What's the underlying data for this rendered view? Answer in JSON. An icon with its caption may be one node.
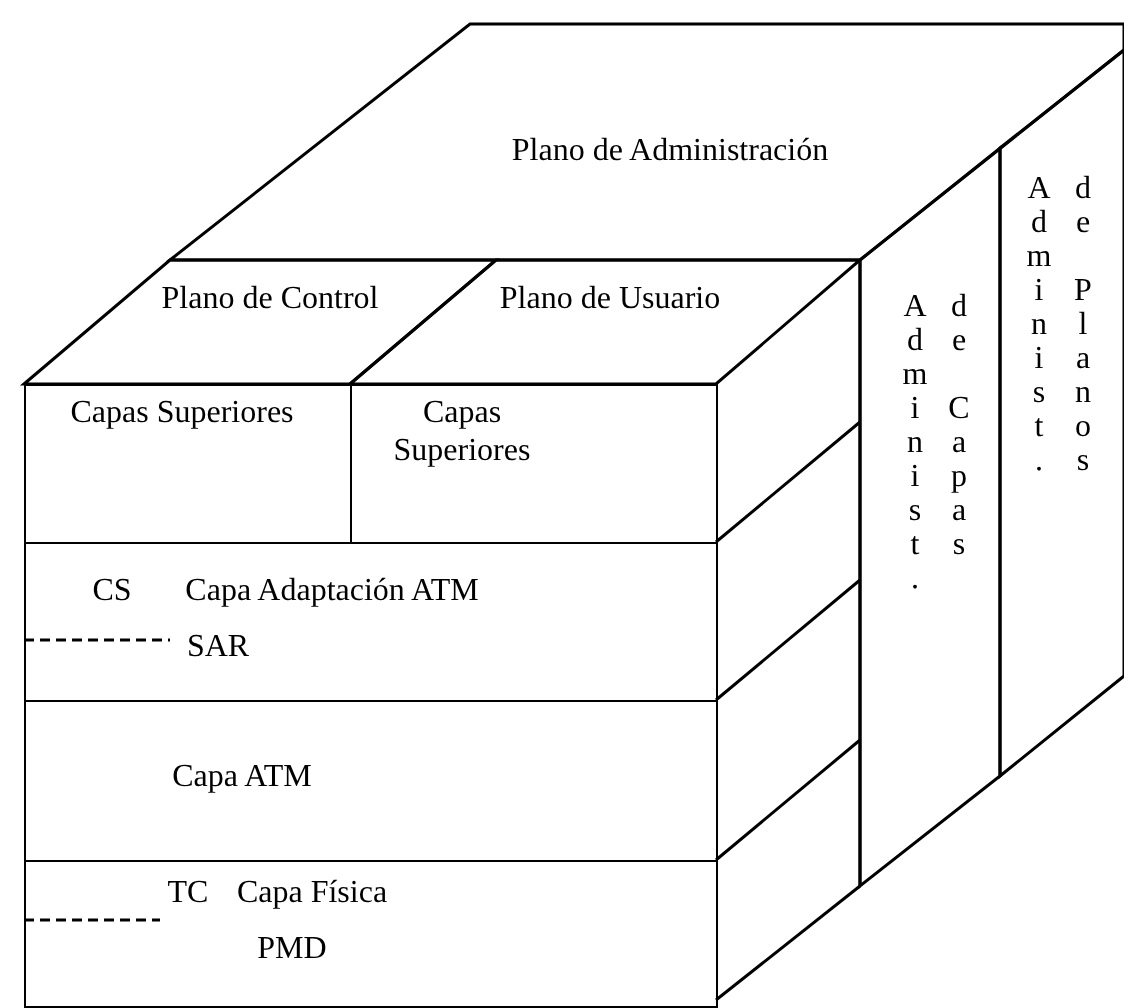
{
  "diagram": {
    "nodes": [
      {
        "text": [
          "Plano de Administración"
        ]
      },
      {
        "text": [
          "Plano de Control"
        ]
      },
      {
        "text": [
          "Plano de Usuario"
        ]
      },
      {
        "text": [
          "Capas Superiores"
        ]
      },
      {
        "text": [
          "Capas Superiores"
        ]
      },
      {
        "text": [
          "CS",
          "Capa Adaptación ATM",
          "SAR"
        ]
      },
      {
        "text": [
          "Capa ATM"
        ]
      },
      {
        "text": [
          "TC",
          "Capa Física",
          "PMD"
        ]
      },
      {
        "text": [
          "Administ. de Capas"
        ]
      },
      {
        "text": [
          "Administ. de Planos"
        ]
      }
    ]
  }
}
